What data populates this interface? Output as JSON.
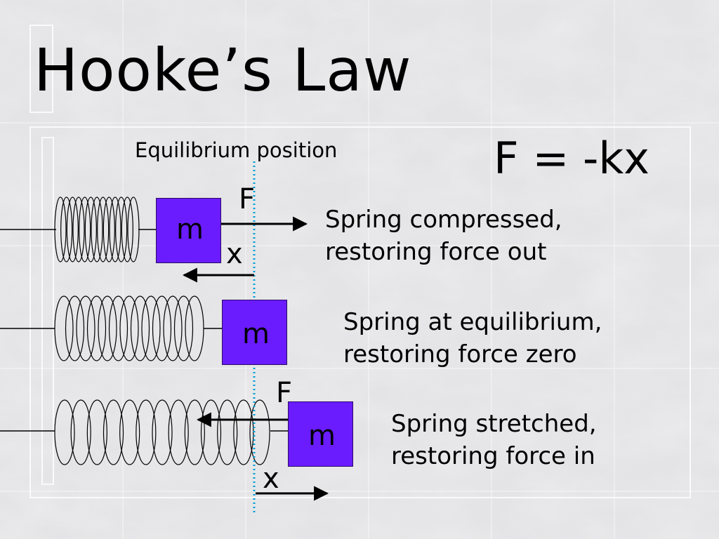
{
  "slide": {
    "title": "Hooke’s Law",
    "equilibrium_label": "Equilibrium position",
    "formula": "F = -kx"
  },
  "rows": [
    {
      "mass_label": "m",
      "force_label": "F",
      "disp_label": "x",
      "line1": "Spring compressed,",
      "line2": "restoring force out"
    },
    {
      "mass_label": "m",
      "line1": "Spring at equilibrium,",
      "line2": "restoring force zero"
    },
    {
      "mass_label": "m",
      "force_label": "F",
      "disp_label": "x",
      "line1": "Spring stretched,",
      "line2": "restoring force in"
    }
  ],
  "colors": {
    "mass_fill": "#6a1cff",
    "equilibrium_line": "#00a0d8",
    "background": "#dcdcdc"
  }
}
